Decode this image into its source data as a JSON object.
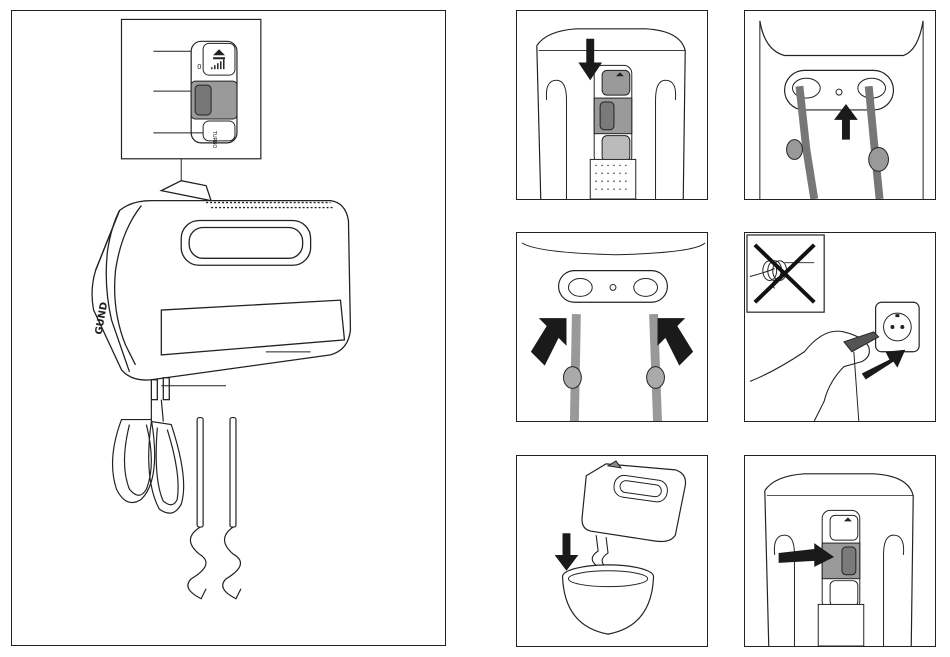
{
  "brand_label": "GUND",
  "icons": {
    "eject": "eject-icon",
    "speed": "speed-bars-icon",
    "turbo": "turbo-label"
  },
  "switch_labels": {
    "off": "0",
    "turbo": "TURBO"
  },
  "colors": {
    "line": "#222222",
    "arrow": "#1a1a1a",
    "switch_gray": "#9a9a9a",
    "cross": "#111111"
  }
}
